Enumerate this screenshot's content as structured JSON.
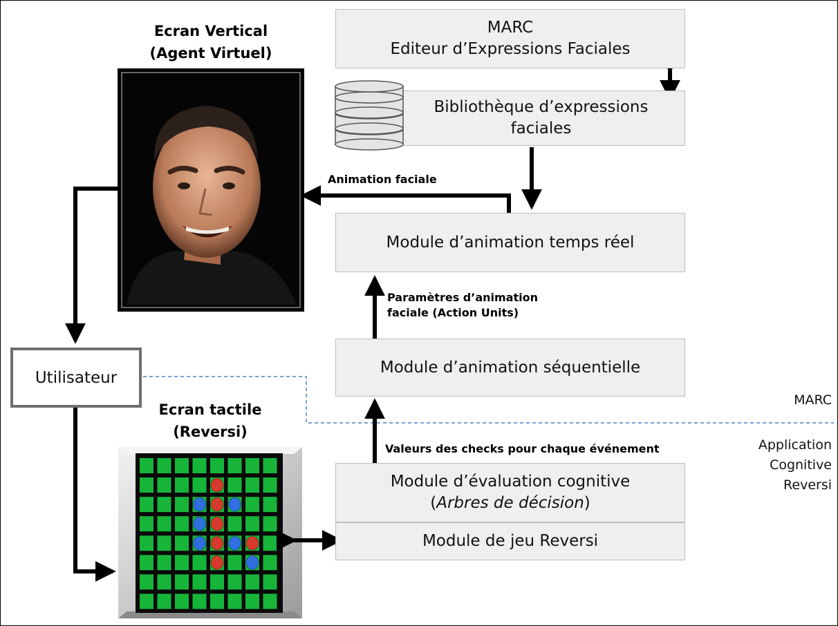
{
  "titles": {
    "vertical_screen": [
      "Ecran Vertical",
      "(Agent Virtuel)"
    ],
    "touch_screen": [
      "Ecran tactile",
      "(Reversi)"
    ]
  },
  "boxes": {
    "marc_editor": [
      "MARC",
      "Editeur d’Expressions Faciales"
    ],
    "library": [
      "Bibliothèque d’expressions",
      "faciales"
    ],
    "realtime": "Module d’animation temps réel",
    "sequential": "Module d’animation séquentielle",
    "cognitive": {
      "line1": "Module d’évaluation cognitive",
      "open": "(",
      "italic": "Arbres de décision",
      "close": ")"
    },
    "reversi_game": "Module de jeu Reversi",
    "user": "Utilisateur"
  },
  "arrow_labels": {
    "animation_faciale": "Animation faciale",
    "parametres": [
      "Paramètres d’animation",
      "faciale (Action Units)"
    ],
    "valeurs": "Valeurs des checks pour chaque événement"
  },
  "side_labels": {
    "marc": "MARC",
    "app": [
      "Application",
      "Cognitive",
      "Reversi"
    ]
  },
  "reversi_board": {
    "size": 8,
    "pieces": [
      {
        "row": 1,
        "col": 4,
        "color": "red"
      },
      {
        "row": 2,
        "col": 3,
        "color": "blue"
      },
      {
        "row": 2,
        "col": 4,
        "color": "red"
      },
      {
        "row": 2,
        "col": 5,
        "color": "blue"
      },
      {
        "row": 3,
        "col": 3,
        "color": "blue"
      },
      {
        "row": 3,
        "col": 4,
        "color": "red"
      },
      {
        "row": 4,
        "col": 3,
        "color": "blue"
      },
      {
        "row": 4,
        "col": 4,
        "color": "red"
      },
      {
        "row": 4,
        "col": 5,
        "color": "blue"
      },
      {
        "row": 4,
        "col": 6,
        "color": "red"
      },
      {
        "row": 5,
        "col": 4,
        "color": "red"
      },
      {
        "row": 5,
        "col": 6,
        "color": "blue"
      }
    ]
  },
  "colors": {
    "box_fill": "#efefef",
    "box_border": "#bdbdbd",
    "dashed_line": "#4f81bd",
    "board_green": "#16b53a",
    "piece_red": "#d63a2c",
    "piece_blue": "#2f6fe0"
  }
}
